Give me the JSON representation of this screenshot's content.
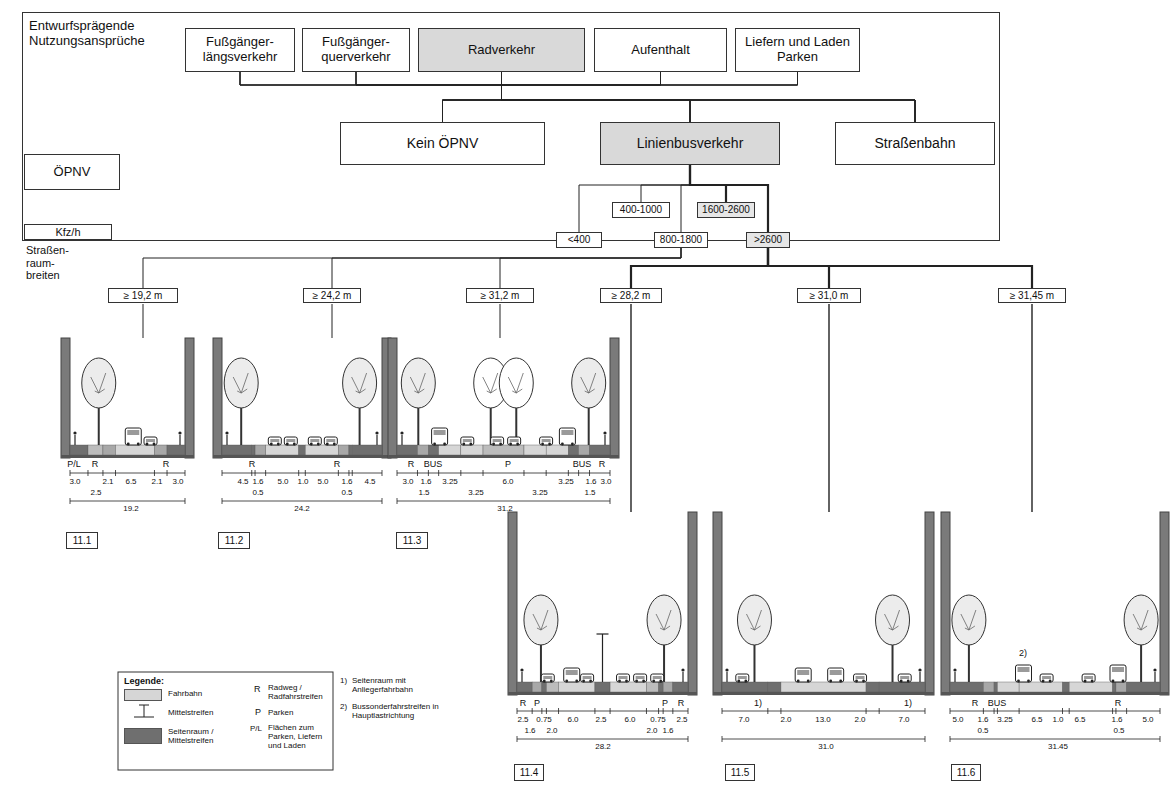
{
  "diagram": {
    "nodes": [
      {
        "text": [
          "Entwurfsprägende Nutzungsansprüche"
        ]
      },
      {
        "text": [
          "Fußgänger- längsverkehr"
        ],
        "in": 0
      },
      {
        "text": [
          "Fußgänger- querverkehr"
        ],
        "in": 0
      },
      {
        "text": [
          "Radverkehr"
        ],
        "in": 0
      },
      {
        "text": [
          "Aufenthalt"
        ],
        "in": 0
      },
      {
        "text": [
          "Liefern und Laden Parken"
        ],
        "in": 0
      },
      {
        "text": [
          "ÖPNV"
        ],
        "in": 0
      },
      {
        "text": [
          "Kein ÖPNV"
        ],
        "in": 0
      },
      {
        "text": [
          "Linienbusverkehr"
        ],
        "in": 0
      },
      {
        "text": [
          "Straßenbahn"
        ],
        "in": 0
      },
      {
        "text": [
          "Kfz/h"
        ],
        "in": 0
      },
      {
        "text": [
          "400-1000"
        ],
        "in": 0
      },
      {
        "text": [
          "1600-2600"
        ],
        "in": 0
      },
      {
        "text": [
          "<400"
        ]
      },
      {
        "text": [
          "800-1800"
        ]
      },
      {
        "text": [
          ">2600"
        ]
      },
      {
        "text": [
          "≥ 19,2 m"
        ]
      },
      {
        "text": [
          "≥ 24,2 m"
        ]
      },
      {
        "text": [
          "≥ 31,2 m"
        ]
      },
      {
        "text": [
          "≥ 28,2 m"
        ]
      },
      {
        "text": [
          "≥ 31,0 m"
        ]
      },
      {
        "text": [
          "≥ 31,45 m"
        ]
      },
      {
        "text": [
          "11.1"
        ]
      },
      {
        "text": [
          "11.2"
        ]
      },
      {
        "text": [
          "11.3"
        ]
      },
      {
        "text": [
          "11.4"
        ]
      },
      {
        "text": [
          "11.5"
        ]
      },
      {
        "text": [
          "11.6"
        ]
      }
    ],
    "edges": [
      {
        "from": 1,
        "to": 7,
        "arrow": "none"
      },
      {
        "from": 1,
        "to": 8,
        "arrow": "none"
      },
      {
        "from": 1,
        "to": 9,
        "arrow": "none"
      },
      {
        "from": 2,
        "to": 7,
        "arrow": "none"
      },
      {
        "from": 2,
        "to": 8,
        "arrow": "none"
      },
      {
        "from": 2,
        "to": 9,
        "arrow": "none"
      },
      {
        "from": 3,
        "to": 7,
        "arrow": "none"
      },
      {
        "from": 3,
        "to": 8,
        "arrow": "none"
      },
      {
        "from": 3,
        "to": 9,
        "arrow": "none"
      },
      {
        "from": 4,
        "to": 7,
        "arrow": "none"
      },
      {
        "from": 4,
        "to": 8,
        "arrow": "none"
      },
      {
        "from": 4,
        "to": 9,
        "arrow": "none"
      },
      {
        "from": 5,
        "to": 7,
        "arrow": "none"
      },
      {
        "from": 5,
        "to": 8,
        "arrow": "none"
      },
      {
        "from": 5,
        "to": 9,
        "arrow": "none"
      },
      {
        "from": 8,
        "to": 11,
        "arrow": "none"
      },
      {
        "from": 8,
        "to": 12,
        "arrow": "none"
      },
      {
        "from": 8,
        "to": 13,
        "arrow": "none"
      },
      {
        "from": 8,
        "to": 14,
        "arrow": "none"
      },
      {
        "from": 8,
        "to": 15,
        "arrow": "none"
      },
      {
        "from": 14,
        "to": 16,
        "arrow": "none"
      },
      {
        "from": 14,
        "to": 17,
        "arrow": "none"
      },
      {
        "from": 14,
        "to": 18,
        "arrow": "none"
      },
      {
        "from": 15,
        "to": 19,
        "arrow": "none"
      },
      {
        "from": 15,
        "to": 20,
        "arrow": "none"
      },
      {
        "from": 15,
        "to": 21,
        "arrow": "none"
      }
    ],
    "labels": [
      "Straßen- raum- breiten",
      "P/L",
      "R",
      "R",
      "3.0",
      "2.1",
      "6.5",
      "2.1",
      "3.0",
      "2.5",
      "19.2",
      "R",
      "R",
      "4.5",
      "1.6",
      "5.0",
      "1.0",
      "5.0",
      "1.6",
      "4.5",
      "0.5",
      "0.5",
      "24.2",
      "R",
      "BUS",
      "P",
      "BUS",
      "R",
      "3.0",
      "1.6",
      "3.25",
      "6.0",
      "3.25",
      "1.6",
      "3.0",
      "1.5",
      "3.25",
      "3.25",
      "1.5",
      "31.2",
      "R",
      "P",
      "P",
      "R",
      "2.5",
      "0.75",
      "6.0",
      "2.5",
      "6.0",
      "0.75",
      "2.5",
      "1.6",
      "2.0",
      "2.0",
      "1.6",
      "28.2",
      "1)",
      "1)",
      "7.0",
      "2.0",
      "13.0",
      "2.0",
      "7.0",
      "31.0",
      "2)",
      "R",
      "BUS",
      "R",
      "5.0",
      "1.6",
      "3.25",
      "6.5",
      "1.0",
      "6.5",
      "1.6",
      "5.0",
      "0.5",
      "0.5",
      "31.45",
      "Legende:",
      "R",
      "P",
      "P/L",
      "1)",
      "Seitenraum mit Anliegerfahrbahn",
      "2)",
      "Bussonderfahrstreifen in Hauptlastrichtung"
    ],
    "legend": [
      {
        "text": "Fahrbahn",
        "color": "#d6d6d6"
      },
      {
        "text": "Mittelstreifen"
      },
      {
        "text": "Seitenraum / Mittelstreifen",
        "color": "#6f6f6f"
      },
      {
        "text": "Radweg / Radfahrstreifen"
      },
      {
        "text": "Parken"
      },
      {
        "text": "Flächen zum Parken, Liefern und Laden"
      }
    ]
  }
}
